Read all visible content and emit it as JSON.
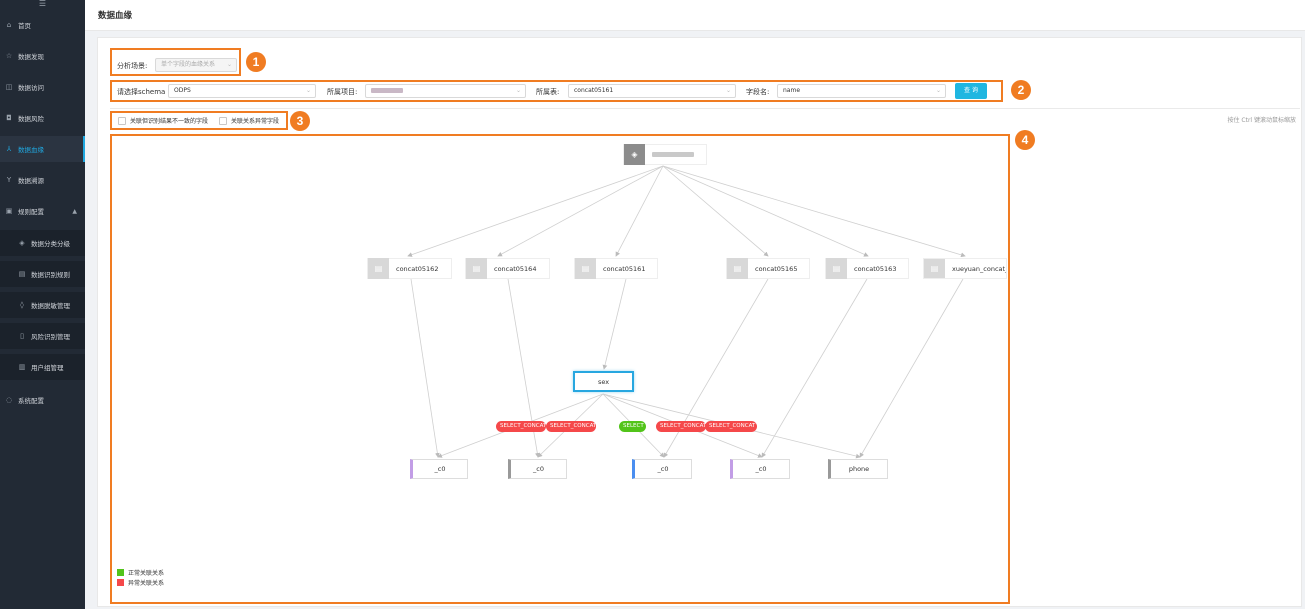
{
  "sidebar": {
    "toggle_icon": "menu-icon",
    "items": [
      {
        "label": "首页",
        "icon": "⌂"
      },
      {
        "label": "数据发现",
        "icon": "☆"
      },
      {
        "label": "数据访问",
        "icon": "◫"
      },
      {
        "label": "数据风险",
        "icon": "◘"
      },
      {
        "label": "数据血缘",
        "icon": "⅄",
        "active": true
      },
      {
        "label": "数据溯源",
        "icon": "Y"
      },
      {
        "label": "规则配置",
        "icon": "▣",
        "expanded": true
      },
      {
        "label": "数据分类分级",
        "icon": "◈",
        "sub": true
      },
      {
        "label": "数据识别规则",
        "icon": "▤",
        "sub": true
      },
      {
        "label": "数据脱敏管理",
        "icon": "◊",
        "sub": true
      },
      {
        "label": "风险识别管理",
        "icon": "▯",
        "sub": true
      },
      {
        "label": "用户组管理",
        "icon": "▥",
        "sub": true
      },
      {
        "label": "系统配置",
        "icon": "◌"
      }
    ]
  },
  "header": {
    "title": "数据血缘"
  },
  "filters": {
    "scene_label": "分析场景:",
    "scene_value": "单个字段的血缘关系",
    "schema_label": "请选择schema",
    "schema_value": "ODPS",
    "project_label": "所属项目:",
    "table_label": "所属表:",
    "table_value": "concat05161",
    "field_label": "字段名:",
    "field_value": "name",
    "query_button": "查 询"
  },
  "options": {
    "check1": "关联但识别结果不一致的字段",
    "check2": "关联关系异常字段",
    "hint": "按住 Ctrl 键滚动鼠标缩放"
  },
  "badges": [
    "1",
    "2",
    "3",
    "4"
  ],
  "graph": {
    "root_label": "",
    "tables": [
      "concat05162",
      "concat05164",
      "concat05161",
      "concat05165",
      "concat05163",
      "xueyuan_concat_..."
    ],
    "focus_field": "sex",
    "columns": [
      "_c0",
      "_c0",
      "_c0",
      "_c0",
      "phone"
    ],
    "edge_tags": [
      "SELECT_CONCAT",
      "SELECT_CONCAT",
      "SELECT",
      "SELECT_CONCAT",
      "SELECT_CONCAT"
    ]
  },
  "legend": {
    "normal": "正常关联关系",
    "abnormal": "异常关联关系"
  },
  "colors": {
    "accent": "#20a8e0",
    "annotation": "#f07c22",
    "normal": "#52c41a",
    "abnormal": "#f5484a",
    "sidebar": "#222a35"
  }
}
